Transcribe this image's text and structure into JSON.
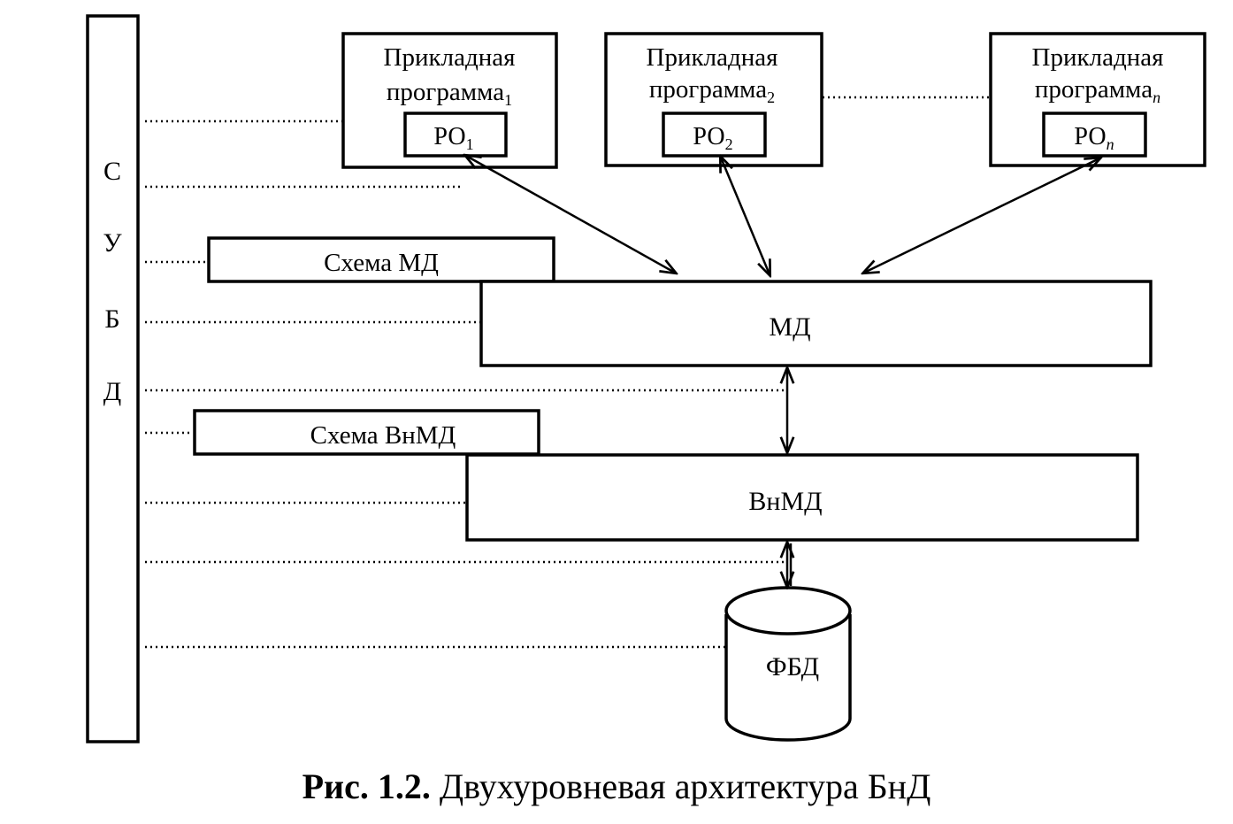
{
  "dbms": {
    "letters": [
      "С",
      "У",
      "Б",
      "Д"
    ]
  },
  "apps": [
    {
      "title": "Прикладная",
      "subtitle": "программа",
      "subscript": "1",
      "po": "РО",
      "po_sub": "1"
    },
    {
      "title": "Прикладная",
      "subtitle": "программа",
      "subscript": "2",
      "po": "РО",
      "po_sub": "2"
    },
    {
      "title": "Прикладная",
      "subtitle": "программа",
      "subscript": "n",
      "po": "РО",
      "po_sub": "n"
    }
  ],
  "schema_md": "Схема МД",
  "md": "МД",
  "schema_vnmd": "Схема ВнМД",
  "vnmd": "ВнМД",
  "fbd": "ФБД",
  "caption": {
    "bold": "Рис. 1.2.",
    "text": " Двухуровневая архитектура БнД"
  }
}
